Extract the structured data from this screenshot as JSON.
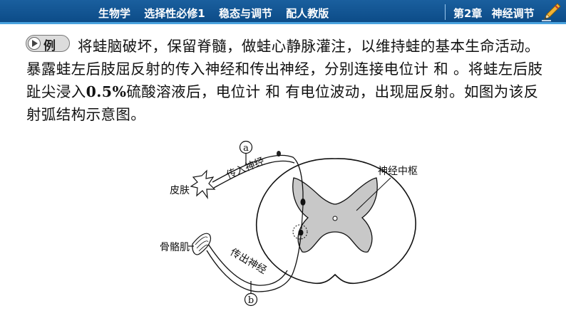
{
  "header": {
    "subject": "生物学",
    "book": "选择性必修1",
    "unit": "稳态与调节",
    "edition": "配人教版",
    "chapter": "第2章",
    "section": "神经调节"
  },
  "example": {
    "badge_label": "例",
    "text_1": "将蛙脑破坏，保留脊髓，做蛙心静脉灌注，以维持蛙的基本生命活动。暴露蛙左后肢屈反射的传入神经和传出神经，分别连接电位计 和 。将蛙左后肢趾尖浸入",
    "concentration": "0.5%",
    "text_2": "硫酸溶液后，电位计 和 有电位波动，出现屈反射。如图为该反射弧结构示意图。"
  },
  "diagram": {
    "label_a": "a",
    "label_b": "b",
    "skin": "皮肤",
    "muscle": "骨骼肌",
    "afferent": "传入神经",
    "efferent": "传出神经",
    "center": "神经中枢"
  }
}
